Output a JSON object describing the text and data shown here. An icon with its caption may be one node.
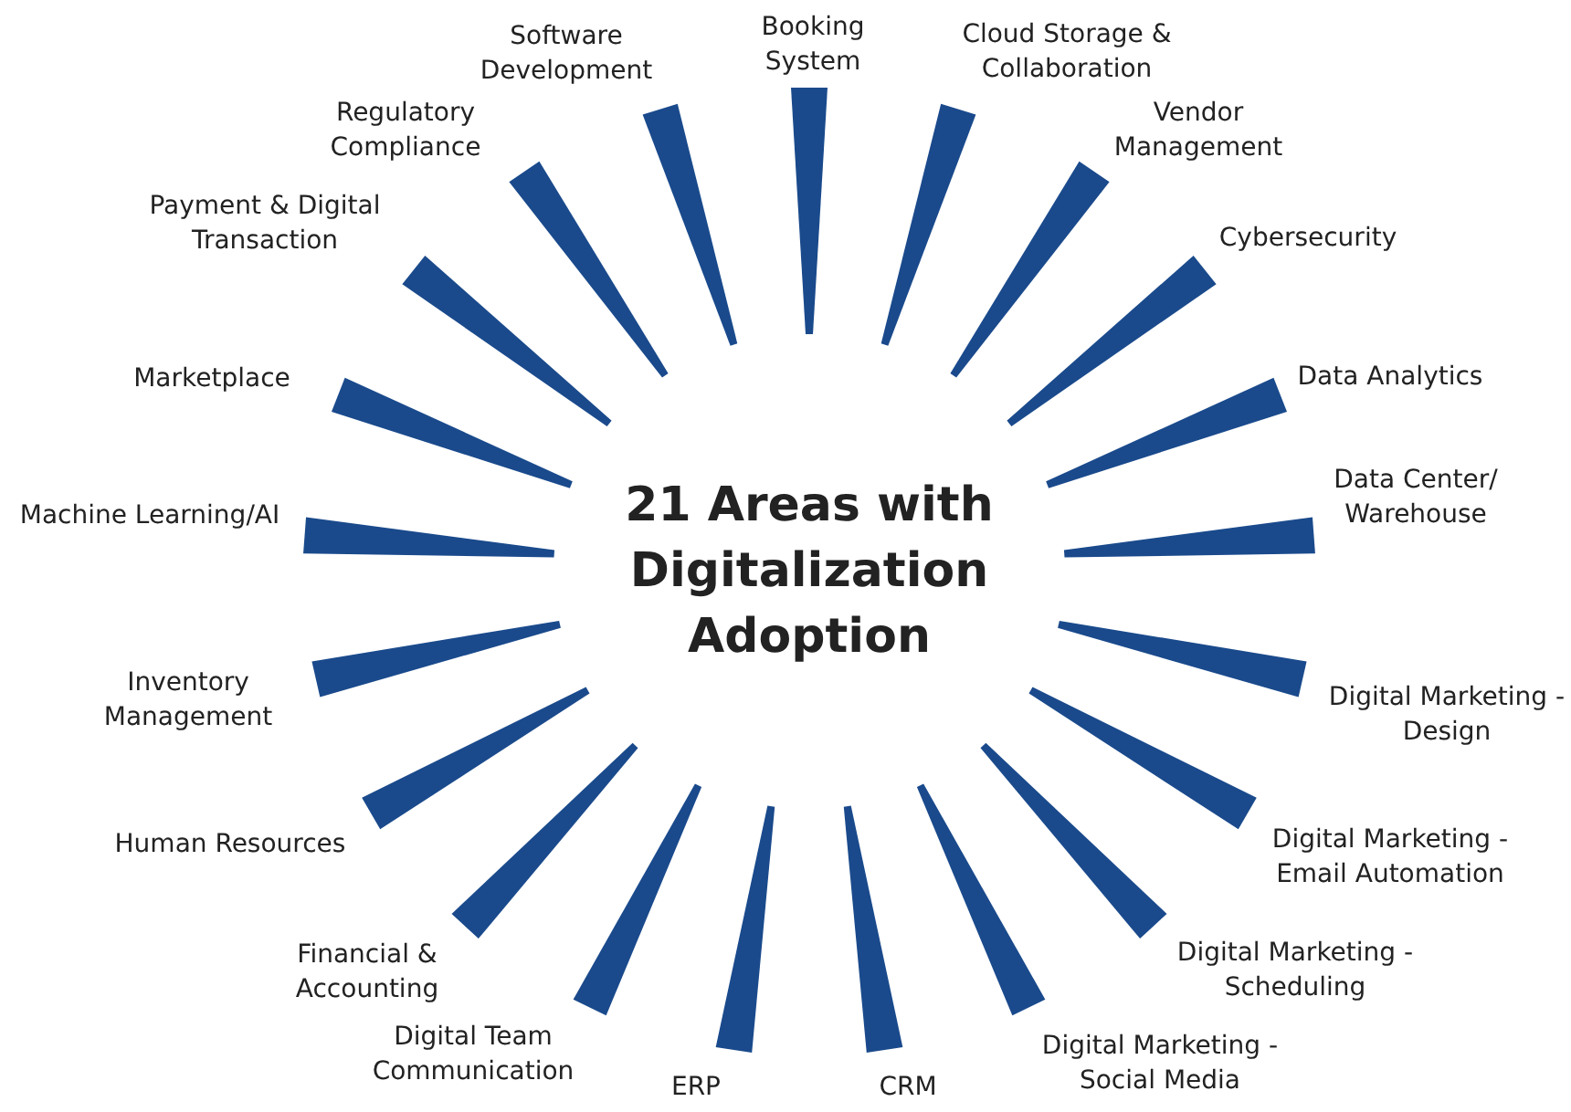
{
  "diagram": {
    "title": "21 Areas with Digitalization Adoption",
    "nodes": [
      {
        "text": [
          "Booking System"
        ]
      },
      {
        "text": [
          "Cloud Storage & Collaboration"
        ]
      },
      {
        "text": [
          "Vendor Management"
        ]
      },
      {
        "text": [
          "Cybersecurity"
        ]
      },
      {
        "text": [
          "Data Analytics"
        ]
      },
      {
        "text": [
          "Data Center/ Warehouse"
        ]
      },
      {
        "text": [
          "Digital Marketing - Design"
        ]
      },
      {
        "text": [
          "Digital Marketing - Email Automation"
        ]
      },
      {
        "text": [
          "Digital Marketing - Scheduling"
        ]
      },
      {
        "text": [
          "Digital Marketing - Social Media"
        ]
      },
      {
        "text": [
          "CRM"
        ]
      },
      {
        "text": [
          "ERP"
        ]
      },
      {
        "text": [
          "Digital Team Communication"
        ]
      },
      {
        "text": [
          "Financial & Accounting"
        ]
      },
      {
        "text": [
          "Human Resources"
        ]
      },
      {
        "text": [
          "Inventory Management"
        ]
      },
      {
        "text": [
          "Machine Learning/AI"
        ]
      },
      {
        "text": [
          "Marketplace"
        ]
      },
      {
        "text": [
          "Payment & Digital Transaction"
        ]
      },
      {
        "text": [
          "Regulatory Compliance"
        ]
      },
      {
        "text": [
          "Software Development"
        ]
      }
    ]
  }
}
